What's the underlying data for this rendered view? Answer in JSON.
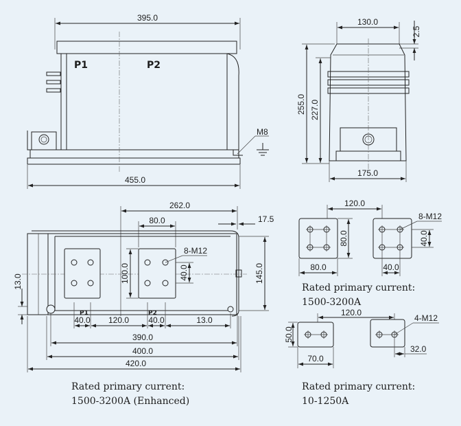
{
  "front_view": {
    "width_top": "395.0",
    "width_base": "455.0",
    "terminal_p1": "P1",
    "terminal_p2": "P2",
    "ground_bolt": "M8"
  },
  "side_view": {
    "top_width": "130.0",
    "top_offset": "2.5",
    "height_total": "255.0",
    "height_body": "227.0",
    "base_width": "175.0"
  },
  "plan_view": {
    "dim_262": "262.0",
    "dim_175": "17.5",
    "dim_80": "80.0",
    "holes_label": "8-M12",
    "dim_100": "100.0",
    "dim_40_vert": "40.0",
    "dim_145": "145.0",
    "dim_13_side": "13.0",
    "terminal_p1": "P1",
    "terminal_p2": "P2",
    "dim_40_a": "40.0",
    "dim_120": "120.0",
    "dim_40_b": "40.0",
    "dim_13_bottom": "13.0",
    "dim_390": "390.0",
    "dim_400": "400.0",
    "dim_420": "420.0"
  },
  "caption_enhanced": {
    "line1": "Rated primary current:",
    "line2": "1500-3200A (Enhanced)"
  },
  "detail_upper": {
    "span": "120.0",
    "holes_label": "8-M12",
    "plate_height": "80.0",
    "hole_spacing": "40.0",
    "plate_width": "80.0",
    "hole_pitch": "40.0",
    "caption_line1": "Rated primary current:",
    "caption_line2": "1500-3200A"
  },
  "detail_lower": {
    "span": "120.0",
    "holes_label": "4-M12",
    "plate_height": "50.0",
    "plate_width": "70.0",
    "offset": "32.0",
    "caption_line1": "Rated primary current:",
    "caption_line2": "10-1250A"
  }
}
